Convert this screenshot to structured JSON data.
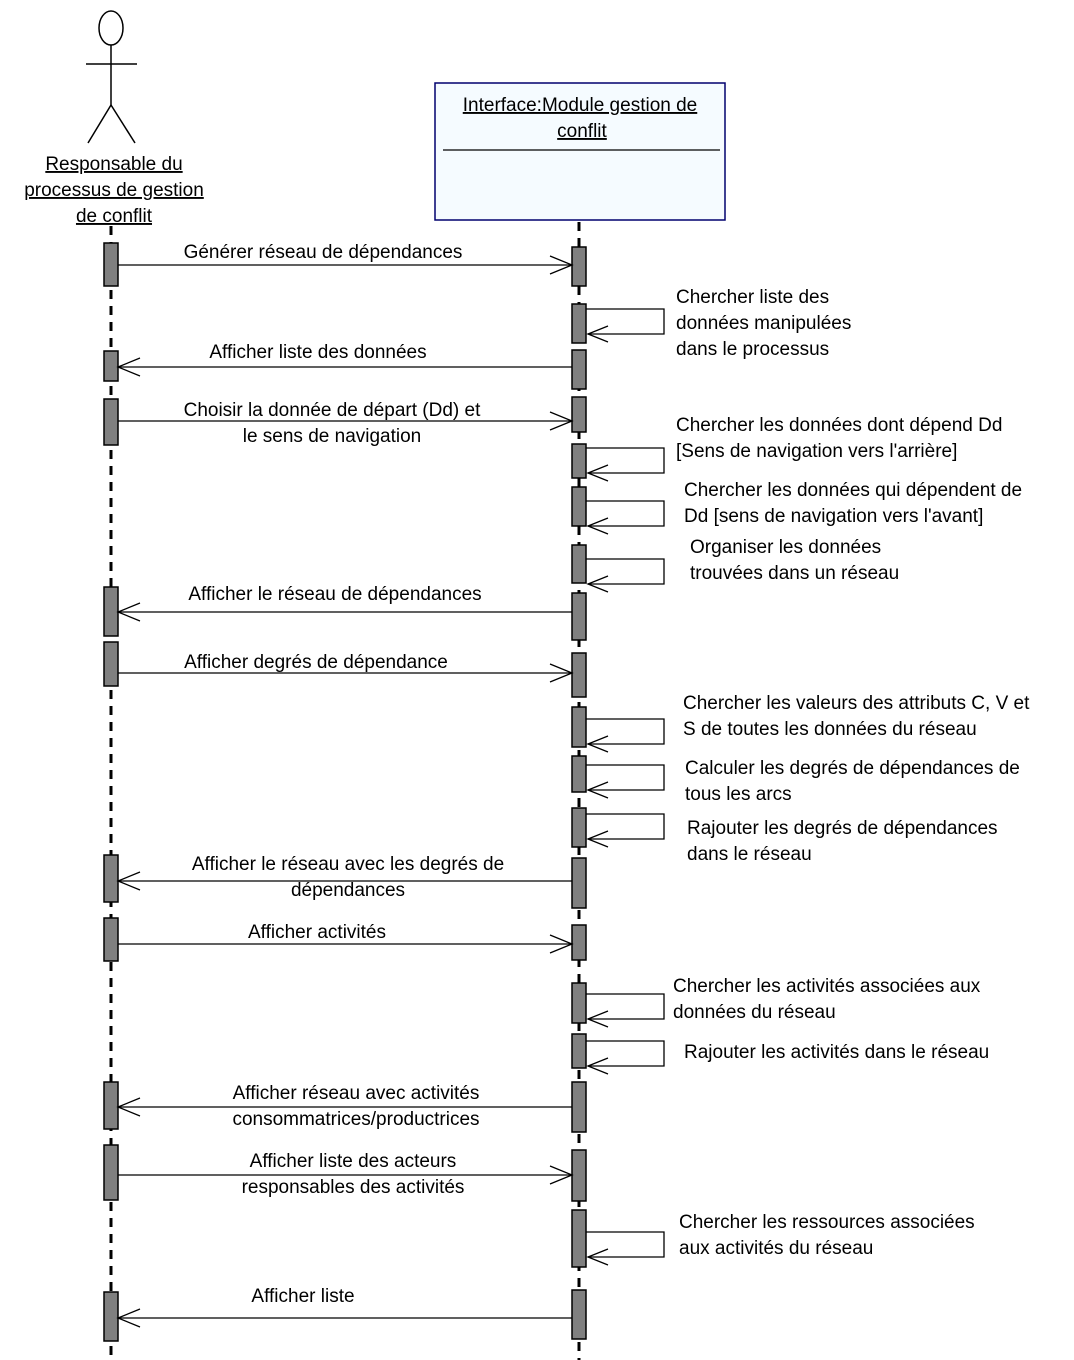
{
  "participants": {
    "actor_name": [
      "Responsable du",
      "processus de gestion",
      "de conflit"
    ],
    "object_name": [
      "Interface:Module gestion de",
      "conflit"
    ],
    "object_fill": "#f5fbff",
    "object_border": "#00006e"
  },
  "messages": [
    {
      "type": "call",
      "lines": [
        "Générer réseau de dépendances"
      ]
    },
    {
      "type": "self",
      "lines": [
        "Chercher liste des",
        "données manipulées",
        "dans le processus"
      ]
    },
    {
      "type": "return",
      "lines": [
        "Afficher liste des données"
      ]
    },
    {
      "type": "call",
      "lines": [
        "Choisir la donnée de départ (Dd) et",
        "le sens de navigation"
      ]
    },
    {
      "type": "self",
      "lines": [
        "Chercher les données dont dépend Dd",
        "[Sens de navigation vers l'arrière]"
      ]
    },
    {
      "type": "self",
      "lines": [
        "Chercher les données qui dépendent de",
        "Dd [sens de navigation vers l'avant]"
      ]
    },
    {
      "type": "self",
      "lines": [
        "Organiser les données",
        "trouvées dans un réseau"
      ]
    },
    {
      "type": "return",
      "lines": [
        "Afficher le réseau de dépendances"
      ]
    },
    {
      "type": "call",
      "lines": [
        "Afficher degrés de dépendance"
      ]
    },
    {
      "type": "self",
      "lines": [
        "Chercher les valeurs des attributs C, V et",
        "S de toutes  les données du réseau"
      ]
    },
    {
      "type": "self",
      "lines": [
        "Calculer les degrés de dépendances de",
        "tous les arcs"
      ]
    },
    {
      "type": "self",
      "lines": [
        "Rajouter les degrés de dépendances",
        "dans le réseau"
      ]
    },
    {
      "type": "return",
      "lines": [
        "Afficher le réseau avec les degrés de",
        "dépendances"
      ]
    },
    {
      "type": "call",
      "lines": [
        "Afficher activités"
      ]
    },
    {
      "type": "self",
      "lines": [
        "Chercher les activités associées aux",
        "données du réseau"
      ]
    },
    {
      "type": "self",
      "lines": [
        "Rajouter les activités dans le réseau"
      ]
    },
    {
      "type": "return",
      "lines": [
        "Afficher réseau avec activités",
        "consommatrices/productrices"
      ]
    },
    {
      "type": "call",
      "lines": [
        "Afficher liste des acteurs",
        "responsables des activités"
      ]
    },
    {
      "type": "self",
      "lines": [
        "Chercher les ressources associées",
        "aux activités du réseau"
      ]
    },
    {
      "type": "return",
      "lines": [
        "Afficher liste"
      ]
    }
  ]
}
